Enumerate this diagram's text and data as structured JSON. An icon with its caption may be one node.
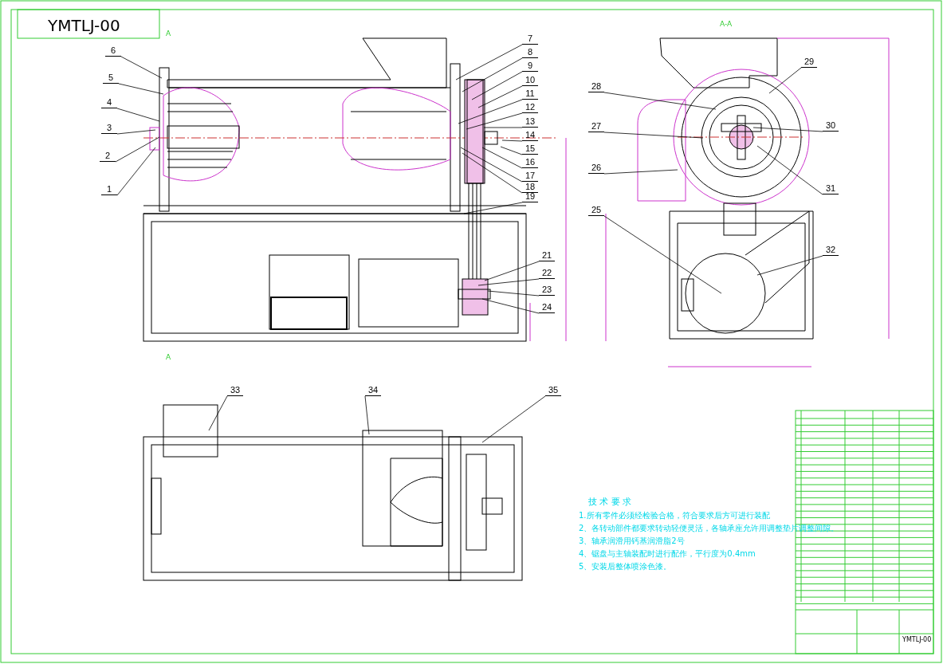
{
  "diagram": {
    "nodes": [
      {
        "text": [
          "1"
        ]
      },
      {
        "text": [
          "2"
        ]
      },
      {
        "text": [
          "3"
        ]
      },
      {
        "text": [
          "4"
        ]
      },
      {
        "text": [
          "5"
        ]
      },
      {
        "text": [
          "6"
        ]
      },
      {
        "text": [
          "7"
        ]
      },
      {
        "text": [
          "8"
        ]
      },
      {
        "text": [
          "9"
        ]
      },
      {
        "text": [
          "10"
        ]
      },
      {
        "text": [
          "11"
        ]
      },
      {
        "text": [
          "12"
        ]
      },
      {
        "text": [
          "13"
        ]
      },
      {
        "text": [
          "14"
        ]
      },
      {
        "text": [
          "15"
        ]
      },
      {
        "text": [
          "16"
        ]
      },
      {
        "text": [
          "17"
        ]
      },
      {
        "text": [
          "18"
        ]
      },
      {
        "text": [
          "19"
        ]
      },
      {
        "text": [
          "21"
        ]
      },
      {
        "text": [
          "22"
        ]
      },
      {
        "text": [
          "23"
        ]
      },
      {
        "text": [
          "24"
        ]
      },
      {
        "text": [
          "25"
        ]
      },
      {
        "text": [
          "26"
        ]
      },
      {
        "text": [
          "27"
        ]
      },
      {
        "text": [
          "28"
        ]
      },
      {
        "text": [
          "29"
        ]
      },
      {
        "text": [
          "30"
        ]
      },
      {
        "text": [
          "31"
        ]
      },
      {
        "text": [
          "32"
        ]
      },
      {
        "text": [
          "33"
        ]
      },
      {
        "text": [
          "34"
        ]
      },
      {
        "text": [
          "35"
        ]
      }
    ],
    "edges": [
      {
        "from": 0,
        "to": null,
        "arrow": "none"
      },
      {
        "from": 1,
        "to": null,
        "arrow": "none"
      },
      {
        "from": 2,
        "to": null,
        "arrow": "none"
      },
      {
        "from": 3,
        "to": null,
        "arrow": "none"
      },
      {
        "from": 4,
        "to": null,
        "arrow": "none"
      },
      {
        "from": 5,
        "to": null,
        "arrow": "none"
      },
      {
        "from": 6,
        "to": null,
        "arrow": "none"
      },
      {
        "from": 7,
        "to": null,
        "arrow": "none"
      },
      {
        "from": 8,
        "to": null,
        "arrow": "none"
      },
      {
        "from": 9,
        "to": null,
        "arrow": "none"
      },
      {
        "from": 10,
        "to": null,
        "arrow": "none"
      },
      {
        "from": 11,
        "to": null,
        "arrow": "none"
      },
      {
        "from": 12,
        "to": null,
        "arrow": "none"
      },
      {
        "from": 13,
        "to": null,
        "arrow": "none"
      },
      {
        "from": 14,
        "to": null,
        "arrow": "none"
      },
      {
        "from": 15,
        "to": null,
        "arrow": "none"
      },
      {
        "from": 16,
        "to": null,
        "arrow": "none"
      },
      {
        "from": 17,
        "to": null,
        "arrow": "none"
      },
      {
        "from": 18,
        "to": null,
        "arrow": "none"
      },
      {
        "from": 19,
        "to": null,
        "arrow": "none"
      },
      {
        "from": 20,
        "to": null,
        "arrow": "none"
      },
      {
        "from": 21,
        "to": null,
        "arrow": "none"
      },
      {
        "from": 22,
        "to": null,
        "arrow": "none"
      },
      {
        "from": 23,
        "to": null,
        "arrow": "none"
      },
      {
        "from": 24,
        "to": null,
        "arrow": "none"
      },
      {
        "from": 25,
        "to": null,
        "arrow": "none"
      },
      {
        "from": 26,
        "to": null,
        "arrow": "none"
      },
      {
        "from": 27,
        "to": null,
        "arrow": "none"
      },
      {
        "from": 28,
        "to": null,
        "arrow": "none"
      },
      {
        "from": 29,
        "to": null,
        "arrow": "none"
      },
      {
        "from": 30,
        "to": null,
        "arrow": "none"
      },
      {
        "from": 31,
        "to": null,
        "arrow": "none"
      },
      {
        "from": 32,
        "to": null,
        "arrow": "none"
      },
      {
        "from": 33,
        "to": null,
        "arrow": "none"
      }
    ],
    "labels": [
      "YMTLJ-00",
      "A",
      "A",
      "A-A",
      "技 术 要 求",
      "1.所有零件必须经检验合格，符合要求后方可进行装配",
      "2、各转动部件都要求转动轻便灵活，各轴承座允许用调整垫片调整间隙。",
      "3、轴承润滑用钙基润滑脂2号",
      "4、锯盘与主轴装配时进行配作，平行度为0.4mm",
      "5、安装后整体喷涂色漆。",
      "YMTLJ-00"
    ]
  }
}
